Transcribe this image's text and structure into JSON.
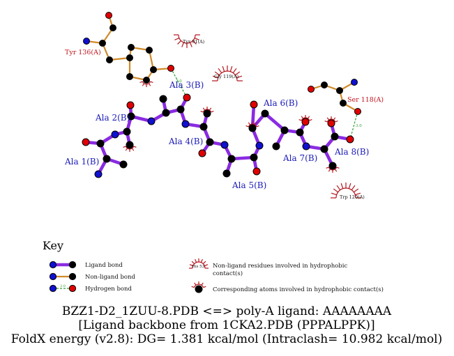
{
  "diagram": {
    "residue_labels": {
      "ala1": "Ala 1(B)",
      "ala2": "Ala 2(B)",
      "ala3": "Ala 3(B)",
      "ala4": "Ala 4(B)",
      "ala5": "Ala 5(B)",
      "ala6": "Ala 6(B)",
      "ala7": "Ala 7(B)",
      "ala8": "Ala 8(B)",
      "tyr136": "Tyr 136(A)",
      "ser118": "Ser 118(A)",
      "tyr91": "Tyr 91(A)",
      "gly119": "Gly 119(A)",
      "trp120": "Trp 120(A)"
    },
    "hbond_distance": "3.0",
    "colors": {
      "ligand_bond": "#8a2be2",
      "nonligand_bond": "#d08a2a",
      "hbond": "#2e9e2e",
      "carbon": "#000000",
      "nitrogen": "#1010d0",
      "oxygen": "#e00000",
      "hydrophobic_arc": "#b3141c",
      "blue_label": "#1a1ab8",
      "red_label": "#c0141c"
    }
  },
  "key": {
    "title": "Key",
    "ligand_bond": "Ligand bond",
    "nonligand_bond": "Non-ligand bond",
    "hydrogen_bond": "Hydrogen bond",
    "hbond_example_distance": "3.0",
    "example_residue": "His 53",
    "nonligand_residues_line1": "Non-ligand residues involved in hydrophobic",
    "nonligand_residues_line2": "contact(s)",
    "corresponding_atoms": "Corresponding atoms involved in hydrophobic contact(s)"
  },
  "caption": {
    "line1": "BZZ1-D2_1ZUU-8.PDB <=> poly-A ligand: AAAAAAAA",
    "line2": "[Ligand backbone from 1CKA2.PDB (PPPALPPK)]",
    "line3": "FoldX energy (v2.8): DG= 1.381 kcal/mol (Intraclash= 10.982 kcal/mol)"
  }
}
